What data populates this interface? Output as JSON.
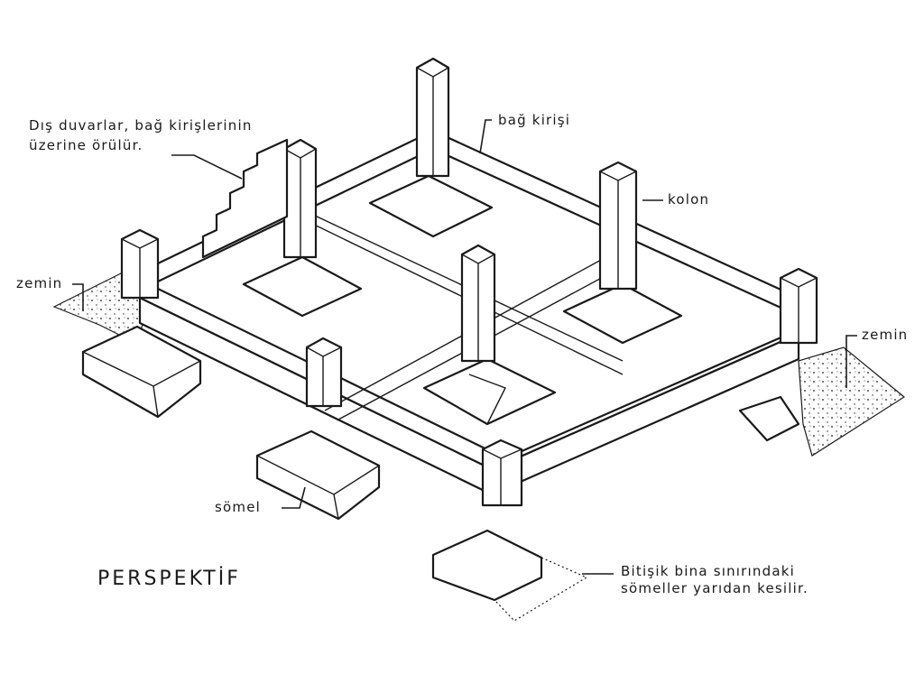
{
  "diagram": {
    "title": "PERSPEKTİF",
    "labels": {
      "outer_walls_line1": "Dış duvarlar, bağ kirişlerinin",
      "outer_walls_line2": "üzerine örülür.",
      "tie_beam": "bağ kirişi",
      "column": "kolon",
      "ground_left": "zemin",
      "ground_right": "zemin",
      "footing": "sömel",
      "adjacent_line1": "Bitişik bina sınırındaki",
      "adjacent_line2": "sömeller yarıdan kesilir."
    }
  }
}
